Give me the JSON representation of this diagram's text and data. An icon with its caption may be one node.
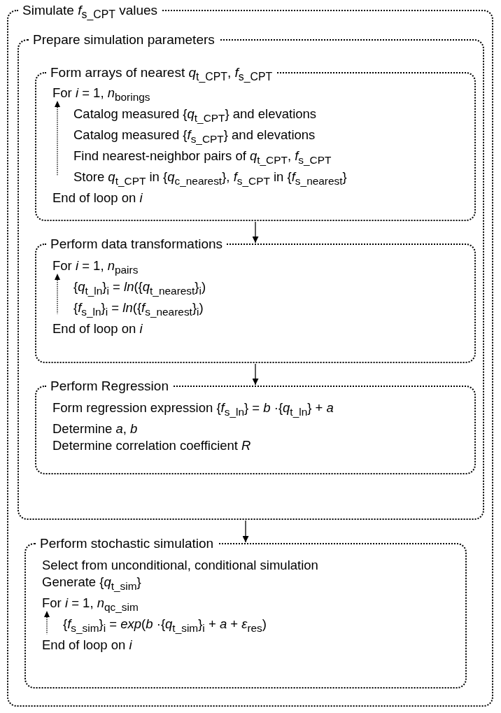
{
  "diagram": {
    "nodes": [
      {
        "text": [
          "Simulate *f*$_{s_CPT}$ values"
        ]
      },
      {
        "text": [
          "Prepare simulation parameters"
        ],
        "in": 0
      },
      {
        "text": [
          "Form arrays of nearest *q*$_{t_CPT}$, *f*$_{s_CPT}$",
          "For *i* = 1, *n*$_{borings}$",
          "Catalog measured {*q*$_{t_CPT}$} and elevations",
          "Catalog measured {*f*$_{s_CPT}$} and elevations",
          "Find nearest-neighbor pairs of *q*$_{t_CPT}$, *f*$_{s_CPT}$",
          "Store *q*$_{t_CPT}$ in {*q*$_{c_nearest}$}, *f*$_{s_CPT}$ in {*f*$_{s_nearest}$}",
          "End of loop on *i*"
        ],
        "in": 1
      },
      {
        "text": [
          "Perform data transformations",
          "For *i* = 1, *n*$_{pairs}$",
          "{*q*$_{t_ln}$}$_{i}$ = *ln*({*q*$_{t_nearest}$}$_{i}$)",
          "{*f*$_{s_ln}$}$_{i}$ = *ln*({*f*$_{s_nearest}$}$_{i}$)",
          "End of loop on *i*"
        ],
        "in": 1
      },
      {
        "text": [
          "Perform Regression",
          "Form regression expression {*f*$_{s_ln}$} = *b* ·{*q*$_{t_ln}$} + *a*",
          "Determine *a*, *b*",
          "Determine correlation coefficient *R*"
        ],
        "in": 1
      },
      {
        "text": [
          "Perform stochastic simulation",
          "Select from unconditional, conditional simulation",
          "Generate {*q*$_{t_sim}$}",
          "For *i* = 1, *n*$_{qc_sim}$",
          "{*f*$_{s_sim}$}$_{i}$ = *exp*(*b* ·{*q*$_{t_sim}$}$_{i}$ + *a* + *ε*$_{res}$)",
          "End of loop on *i*"
        ],
        "in": 0
      }
    ],
    "edges": [
      {
        "from": 2,
        "to": 3,
        "arrow": "to"
      },
      {
        "from": 3,
        "to": 4,
        "arrow": "to"
      },
      {
        "from": 1,
        "to": 5,
        "arrow": "to"
      }
    ]
  }
}
